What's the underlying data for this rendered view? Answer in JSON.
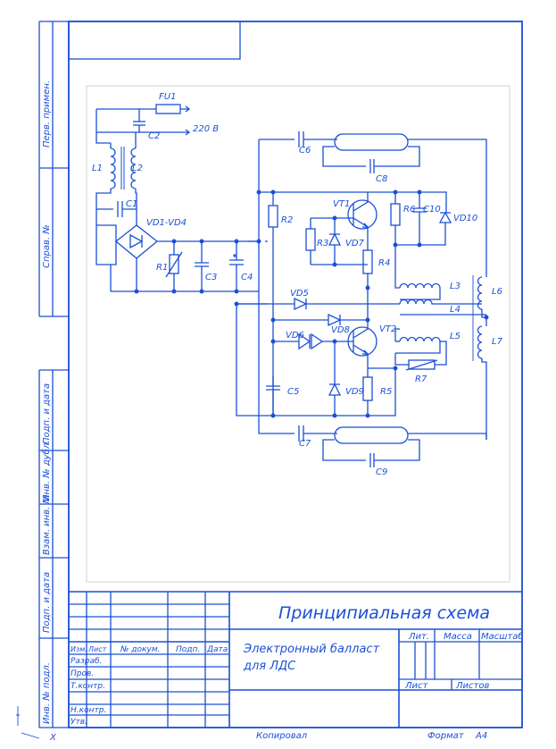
{
  "colors": {
    "line": "#1a4fd6",
    "frame": "#1a4fd6",
    "inner_border": "#c8c8c8",
    "background": "#ffffff"
  },
  "side_strip": {
    "perv_primen": "Перв. примен.",
    "sprav_no": "Справ. №",
    "podp_data_1": "Подп. и дата",
    "inv_dubl": "Инв. № дубл.",
    "vzam_inv": "Взам. инв. №",
    "podp_data_2": "Подп. и дата",
    "inv_podl": "Инв. № подл."
  },
  "schematic": {
    "components": {
      "FU1": "FU1",
      "C2": "C2",
      "mains": "220 В",
      "L1": "L1",
      "L2": "L2",
      "C1": "C1",
      "bridge": "VD1-VD4",
      "R1": "R1",
      "C3": "C3",
      "C4": "C4",
      "C6": "C6",
      "C8": "C8",
      "R2": "R2",
      "VT1": "VT1",
      "R3": "R3",
      "VD7": "VD7",
      "R4": "R4",
      "R6": "R6",
      "C10": "C10",
      "VD10": "VD10",
      "L3": "L3",
      "L6": "L6",
      "VD5": "VD5",
      "L4": "L4",
      "VD6": "VD6",
      "VD8": "VD8",
      "VT2": "VT2",
      "L5": "L5",
      "L7": "L7",
      "R7": "R7",
      "C5": "C5",
      "VD9": "VD9",
      "R5": "R5",
      "C7": "C7",
      "C9": "C9"
    }
  },
  "title_block": {
    "drawing_type": "Принципиальная схема",
    "title_line1": "Электронный балласт",
    "title_line2": "для ЛДС",
    "col_izm": "Изм.",
    "col_list": "Лист",
    "col_doc_no": "№ докум.",
    "col_podp": "Подп.",
    "col_data": "Дата",
    "row_razrab": "Разраб.",
    "row_prov": "Пров.",
    "row_tkontr": "Т.контр.",
    "row_nkontr": "Н.контр.",
    "row_utv": "Утв.",
    "lit": "Лит.",
    "massa": "Масса",
    "masshtab": "Масштаб",
    "list": "Лист",
    "listov": "Листов"
  },
  "footer": {
    "kopiroval": "Копировал",
    "format_label": "Формат",
    "format_value": "А4",
    "corner_x": "X"
  }
}
